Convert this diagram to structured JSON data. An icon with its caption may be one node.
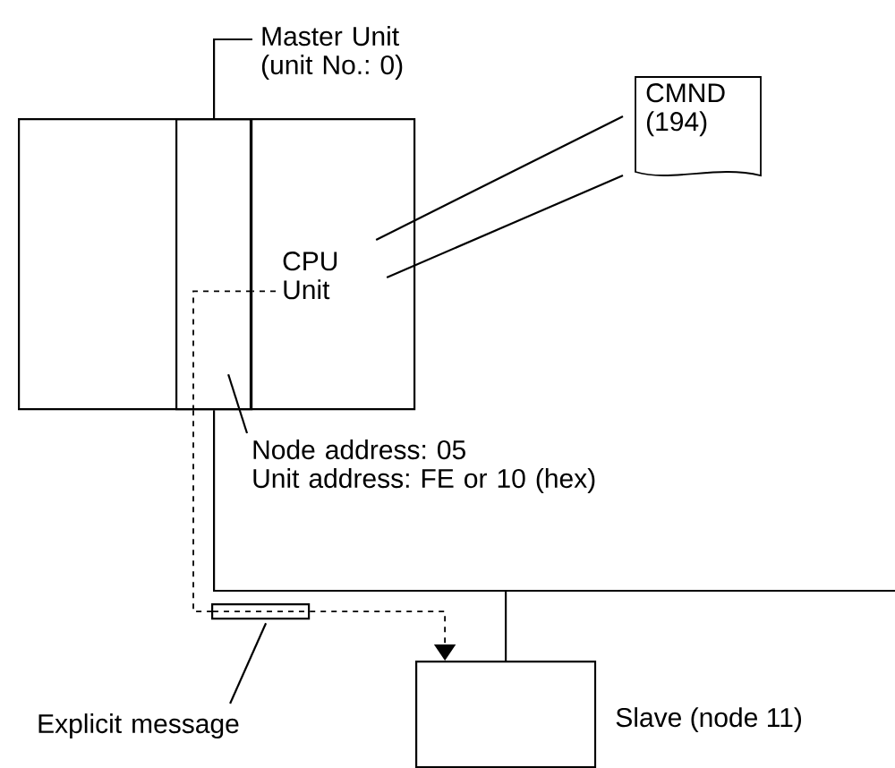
{
  "diagram": {
    "nodes": [
      {
        "text": [],
        "shape": "box"
      },
      {
        "text": [],
        "shape": "box",
        "in": 0
      },
      {
        "text": [
          "Master Unit (unit No.: 0)"
        ]
      },
      {
        "text": [
          "CPU Unit"
        ],
        "in": 0
      },
      {
        "text": [
          "CMND (194)"
        ]
      },
      {
        "text": [
          "Node address: 05",
          "Unit address: FE or 10 (hex)"
        ]
      },
      {
        "text": [],
        "shape": "box"
      },
      {
        "text": [
          "Explicit message"
        ]
      },
      {
        "text": [],
        "shape": "box",
        "beside": [
          "Slave (node 11)"
        ]
      }
    ],
    "edges": [
      {
        "from": 2,
        "to": 1,
        "arrow": "none"
      },
      {
        "from": 3,
        "to": 4,
        "arrow": "none"
      },
      {
        "from": 3,
        "to": 4,
        "arrow": "none"
      },
      {
        "from": 5,
        "to": 1,
        "arrow": "none"
      },
      {
        "from": 1,
        "to": 8,
        "arrow": "none"
      },
      {
        "from": 3,
        "to": 1,
        "arrow": "none",
        "style": "dashed"
      },
      {
        "from": 1,
        "to": 6,
        "arrow": "none",
        "style": "dashed"
      },
      {
        "from": 6,
        "to": 8,
        "arrow": "to",
        "style": "dashed"
      },
      {
        "from": 7,
        "to": 6,
        "arrow": "none"
      }
    ]
  }
}
